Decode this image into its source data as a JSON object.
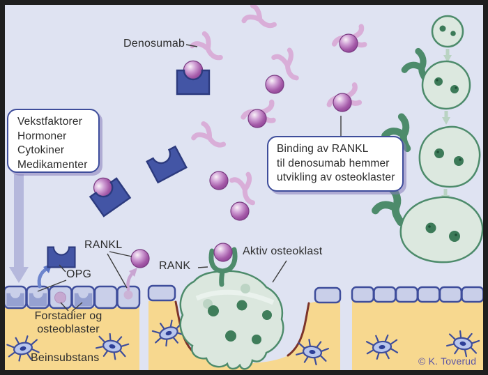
{
  "figure": {
    "labels": {
      "denosumab": "Denosumab",
      "rankl": "RANKL",
      "opg": "OPG",
      "rank": "RANK",
      "aktiv_osteoklast": "Aktiv osteoklast",
      "forstadier_line1": "Forstadier og",
      "forstadier_line2": "osteoblaster",
      "beinsubstans": "Beinsubstans",
      "credit": "© K. Toverud"
    },
    "callouts": {
      "left": {
        "lines": [
          "Vekstfaktorer",
          "Hormoner",
          "Cytokiner",
          "Medikamenter"
        ]
      },
      "right": {
        "lines": [
          "Binding av RANKL",
          "til denosumab hemmer",
          "utvikling av osteoklaster"
        ]
      }
    },
    "colors": {
      "background": "#dfe3f2",
      "bone": "#f7d88f",
      "cell_fill": "#c9cfe9",
      "cell_border": "#3e4d9b",
      "opg_blue": "#4355a5",
      "rankl_purple": "#a55aa8",
      "denosumab_pink": "#d9aed8",
      "osteoclast_green": "#4d8b6b",
      "osteoclast_fill": "#dce8df",
      "pit_brown": "#7c342b",
      "arrow_lavender": "#b5b8dc",
      "credit_purple": "#5a54a5",
      "frame": "#1f1f1f"
    }
  }
}
